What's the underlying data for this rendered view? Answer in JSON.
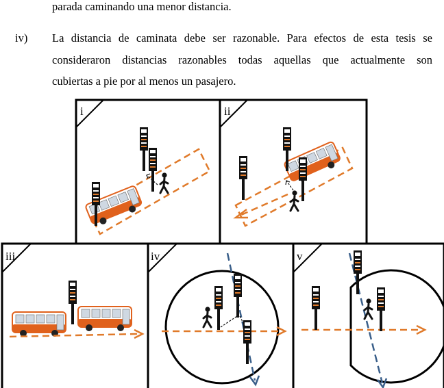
{
  "text": {
    "line1": "parada caminando una menor distancia.",
    "item_iv_numeral": "iv)",
    "item_iv_line1": "La distancia de caminata debe ser razonable. Para efectos de esta tesis se",
    "item_iv_line2": "consideraron distancias razonables todas aquellas que actualmente son",
    "item_iv_line3": "cubiertas a pie por al menos un pasajero."
  },
  "figure": {
    "panels": [
      {
        "label": "i"
      },
      {
        "label": "ii"
      },
      {
        "label": "iii"
      },
      {
        "label": "iv"
      },
      {
        "label": "v"
      }
    ],
    "colors": {
      "bus_orange": "#e0611c",
      "dashed_orange": "#e07a2a",
      "dashed_blue": "#3a5f8a",
      "sign_black": "#111111"
    },
    "icons": [
      "bus-icon",
      "bus-stop-sign-icon",
      "pedestrian-icon"
    ]
  }
}
